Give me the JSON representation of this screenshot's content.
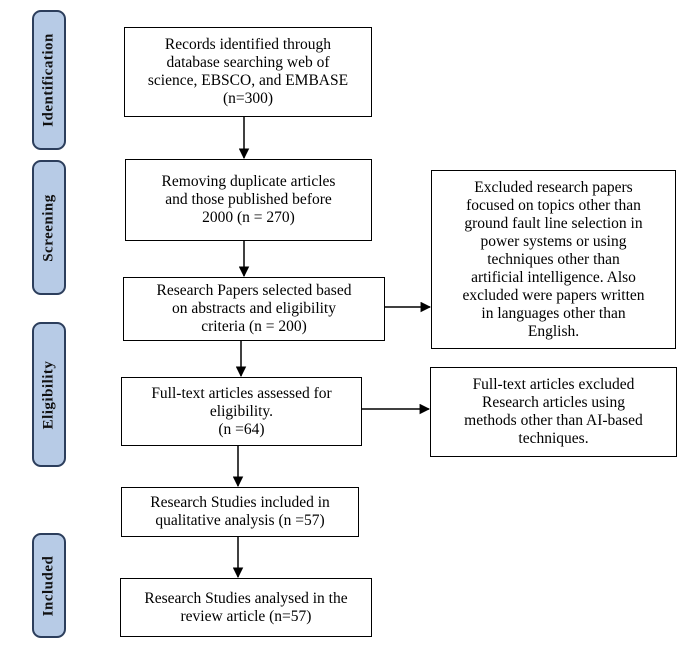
{
  "phases": {
    "identification": "Identification",
    "screening": "Screening",
    "eligibility": "Eligibility",
    "included": "Included"
  },
  "boxes": {
    "records_identified": "Records identified through\ndatabase searching web of\nscience, EBSCO, and EMBASE\n(n=300)",
    "duplicates_removed": "Removing duplicate articles\nand those published before\n2000 (n = 270)",
    "papers_selected": "Research Papers selected based\non abstracts and eligibility\ncriteria (n = 200)",
    "excluded_papers": "Excluded research papers\nfocused on topics other than\nground fault line selection in\npower systems or using\ntechniques other than\nartificial intelligence.  Also\nexcluded were papers written\nin languages other than\nEnglish.",
    "fulltext_assessed": "Full-text articles assessed for\neligibility.\n(n =64)",
    "fulltext_excluded": "Full-text articles excluded\nResearch articles using\nmethods other than AI-based\ntechniques.",
    "qualitative": "Research Studies included in\nqualitative analysis (n =57)",
    "analysed": "Research Studies analysed in the\nreview article (n=57)"
  }
}
